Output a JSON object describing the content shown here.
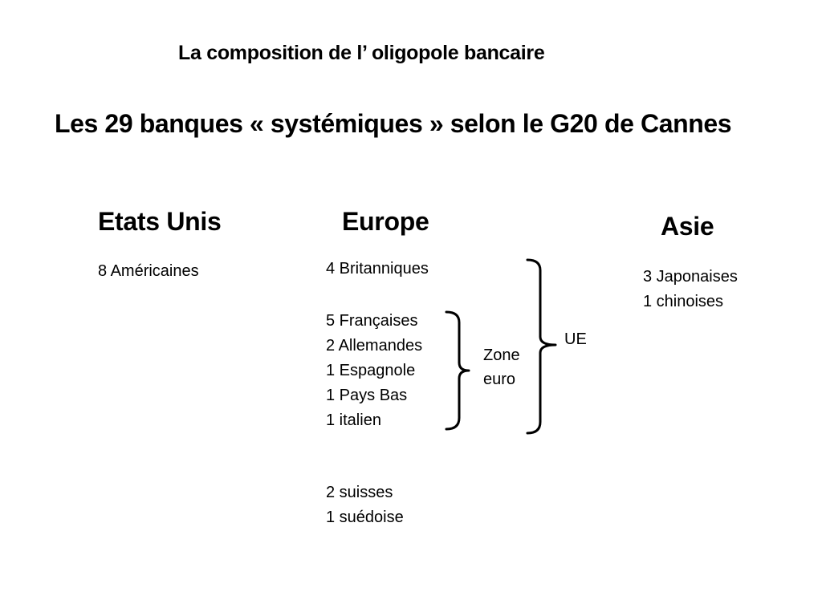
{
  "slide": {
    "title": "La composition de l’ oligopole bancaire",
    "subtitle": "Les 29 banques « systémiques » selon le G20 de Cannes"
  },
  "columns": {
    "us": {
      "heading": "Etats Unis",
      "items": [
        "8 Américaines"
      ]
    },
    "europe": {
      "heading": "Europe",
      "uk": "4 Britanniques",
      "euro_zone_items": [
        "5 Françaises",
        "2 Allemandes",
        "1 Espagnole",
        "1 Pays Bas",
        "1 italien"
      ],
      "other_items": [
        "2 suisses",
        "1 suédoise"
      ],
      "euro_zone_label": [
        "Zone",
        "euro"
      ],
      "eu_label": "UE"
    },
    "asia": {
      "heading": "Asie",
      "items": [
        "3 Japonaises",
        "1 chinoises"
      ]
    }
  }
}
